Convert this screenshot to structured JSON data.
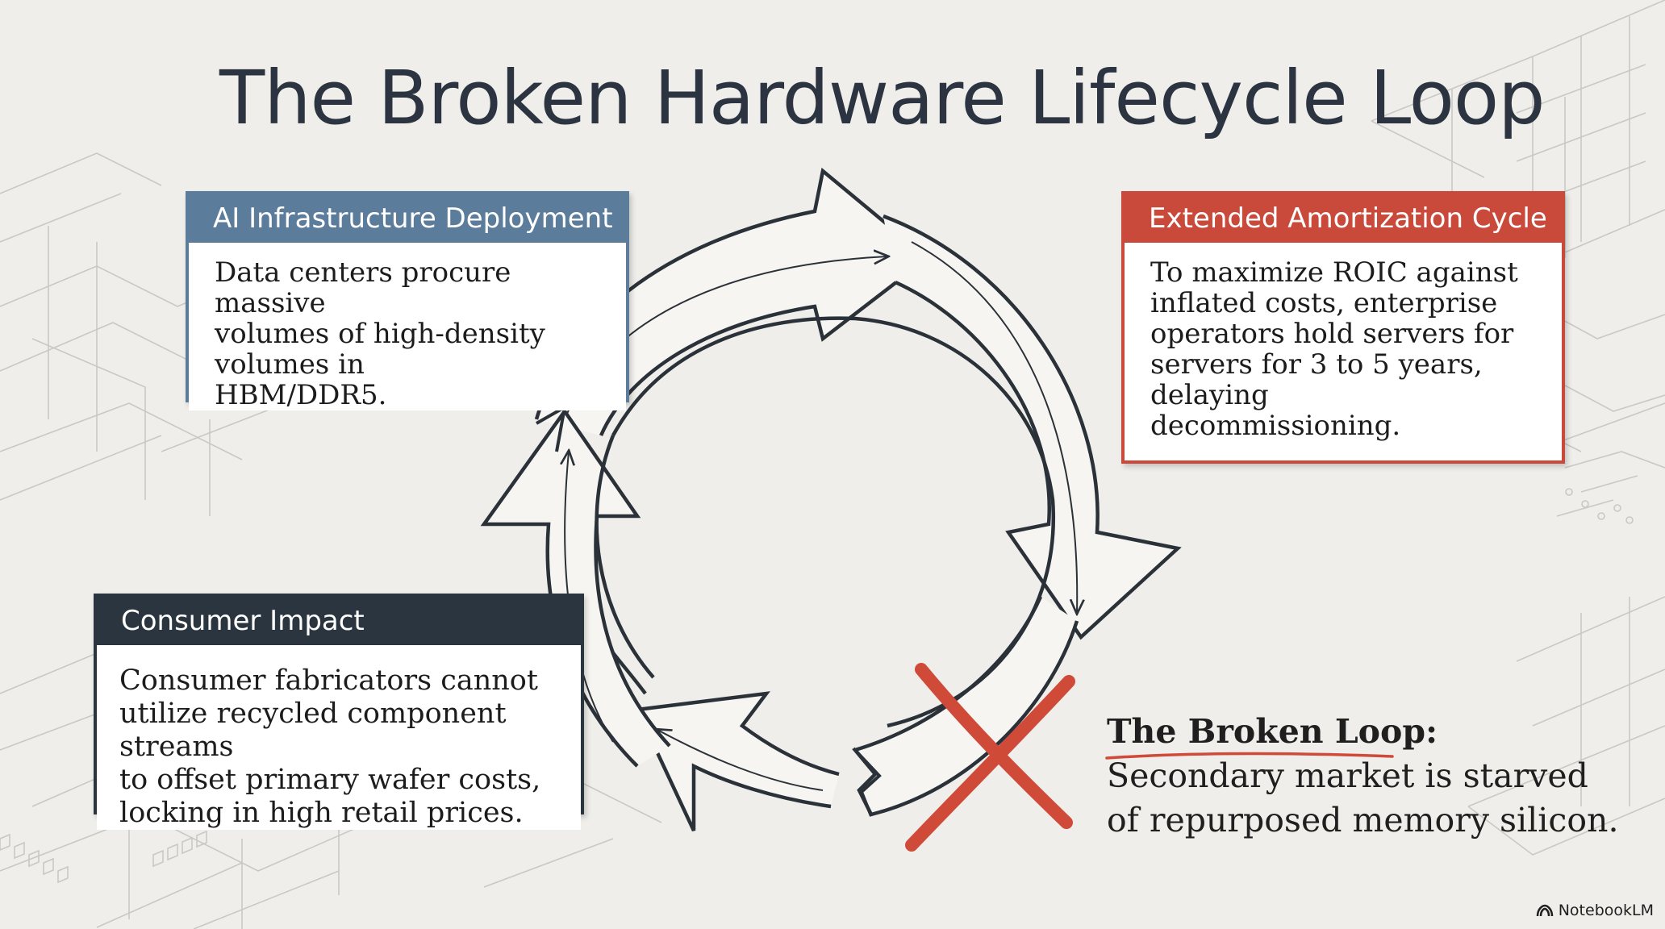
{
  "title": "The Broken Hardware Lifecycle Loop",
  "cards": {
    "ai": {
      "header": "AI Infrastructure Deployment",
      "lines": [
        "Data centers procure massive",
        "volumes of high-density",
        "volumes in",
        "HBM/DDR5."
      ]
    },
    "amortization": {
      "header": "Extended Amortization Cycle",
      "lines": [
        "To maximize ROIC against",
        "inflated costs, enterprise",
        "operators hold servers for",
        "servers for 3 to 5 years,",
        "delaying",
        "decommissioning."
      ]
    },
    "consumer": {
      "header": "Consumer Impact",
      "lines": [
        "Consumer fabricators cannot",
        "utilize recycled component streams",
        "to offset primary wafer costs,",
        "locking in high retail prices."
      ]
    }
  },
  "broken_loop": {
    "label": "The Broken Loop:",
    "text": "Secondary market is starved of repurposed memory silicon."
  },
  "brand": {
    "name": "NotebookLM",
    "icon": "notebooklm-icon"
  },
  "colors": {
    "blue_header": "#5c7c9c",
    "red_header": "#c9493a",
    "dark_header": "#2b3540",
    "x_mark": "#cf4a38",
    "arrow_stroke": "#2b3138"
  }
}
